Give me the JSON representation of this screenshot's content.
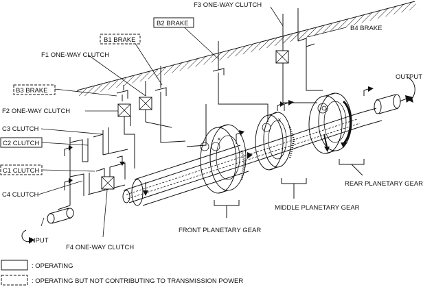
{
  "labels": {
    "f3_one_way_clutch": "F3 ONE-WAY CLUTCH",
    "b2_brake": "B2 BRAKE",
    "b4_brake": "B4 BRAKE",
    "b1_brake": "B1 BRAKE",
    "f1_one_way_clutch": "F1 ONE-WAY CLUTCH",
    "b3_brake": "B3 BRAKE",
    "f2_one_way_clutch": "F2 ONE-WAY CLUTCH",
    "c3_clutch": "C3 CLUTCH",
    "c2_clutch": "C2 CLUTCH",
    "c1_clutch": "C1 CLUTCH",
    "c4_clutch": "C4 CLUTCH",
    "f4_one_way_clutch": "F4 ONE-WAY CLUTCH",
    "input": "INPUT",
    "output": "OUTPUT",
    "front_planetary_gear": "FRONT PLANETARY GEAR",
    "middle_planetary_gear": "MIDDLE PLANETARY GEAR",
    "rear_planetary_gear": "REAR PLANETARY GEAR"
  },
  "legend": {
    "operating": ": OPERATING",
    "operating_not_contributing": ": OPERATING BUT NOT CONTRIBUTING TO TRANSMISSION POWER"
  }
}
